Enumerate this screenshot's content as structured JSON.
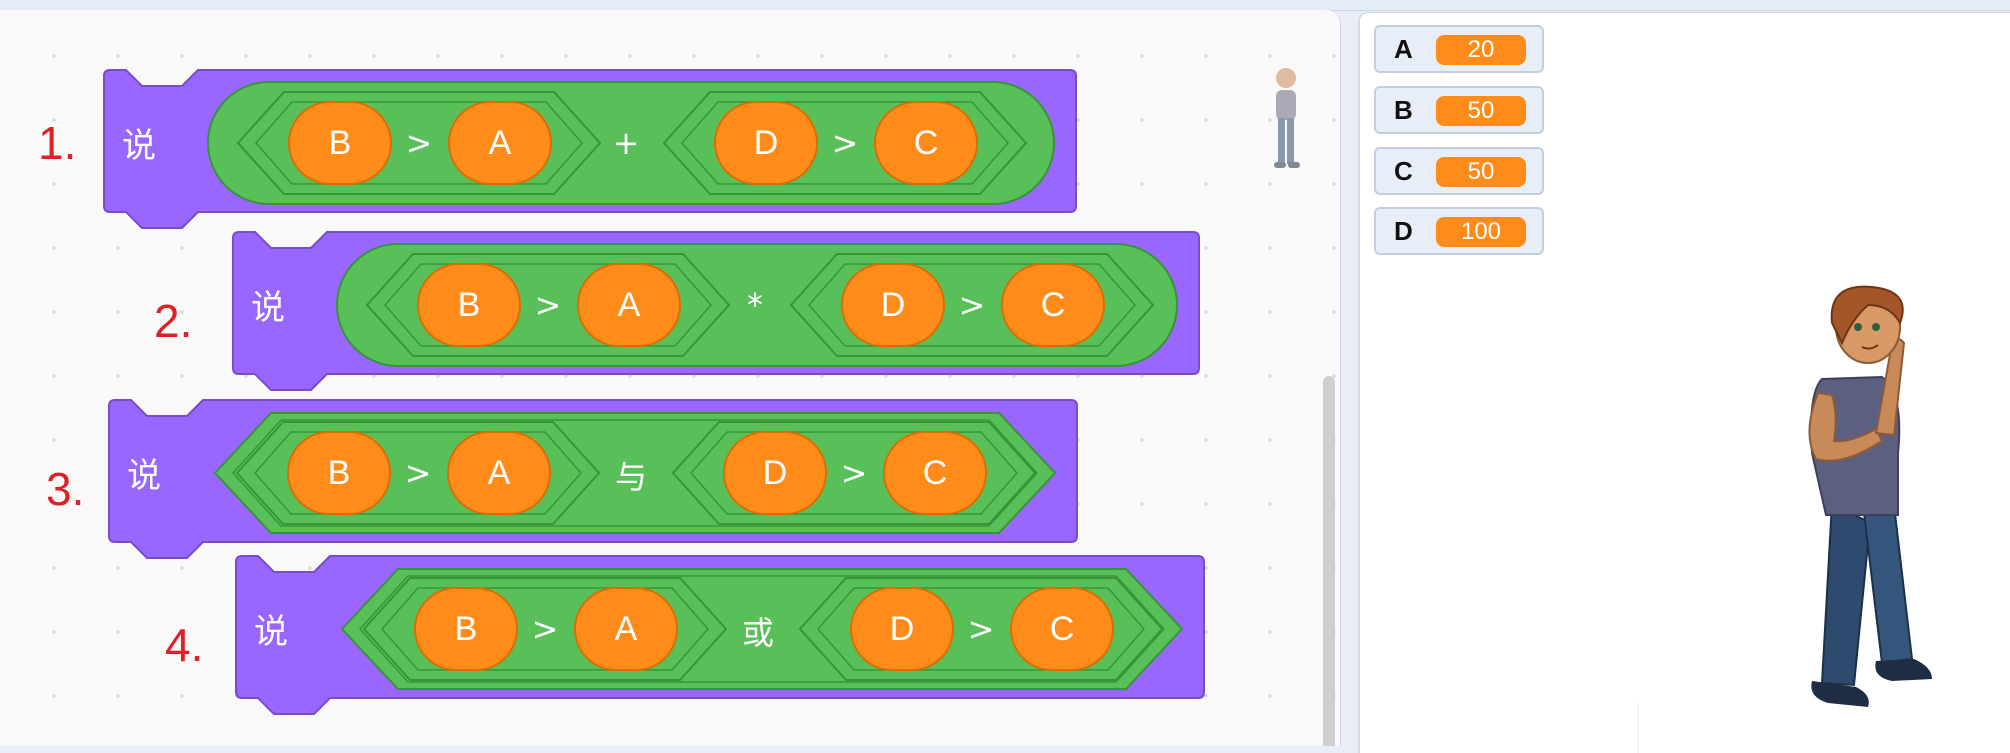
{
  "say_label": "说",
  "blocks": [
    {
      "number": "1.",
      "left": {
        "a": "B",
        "op": ">",
        "b": "A"
      },
      "joiner": "+",
      "right": {
        "a": "D",
        "op": ">",
        "b": "C"
      }
    },
    {
      "number": "2.",
      "left": {
        "a": "B",
        "op": ">",
        "b": "A"
      },
      "joiner": "*",
      "right": {
        "a": "D",
        "op": ">",
        "b": "C"
      }
    },
    {
      "number": "3.",
      "left": {
        "a": "B",
        "op": ">",
        "b": "A"
      },
      "joiner": "与",
      "right": {
        "a": "D",
        "op": ">",
        "b": "C"
      }
    },
    {
      "number": "4.",
      "left": {
        "a": "B",
        "op": ">",
        "b": "A"
      },
      "joiner": "或",
      "right": {
        "a": "D",
        "op": ">",
        "b": "C"
      }
    }
  ],
  "monitors": [
    {
      "name": "A",
      "value": "20"
    },
    {
      "name": "B",
      "value": "50"
    },
    {
      "name": "C",
      "value": "50"
    },
    {
      "name": "D",
      "value": "100"
    }
  ],
  "colors": {
    "looks_block": "#9966ff",
    "looks_border": "#774dcb",
    "operator": "#59c059",
    "operator_border": "#389438",
    "variable": "#ff8c1a",
    "step_number": "#e01f26"
  },
  "icons": {
    "stage_sprite": "thinking-boy-sprite-icon",
    "mini_sprite": "sprite-thumbnail-icon"
  }
}
